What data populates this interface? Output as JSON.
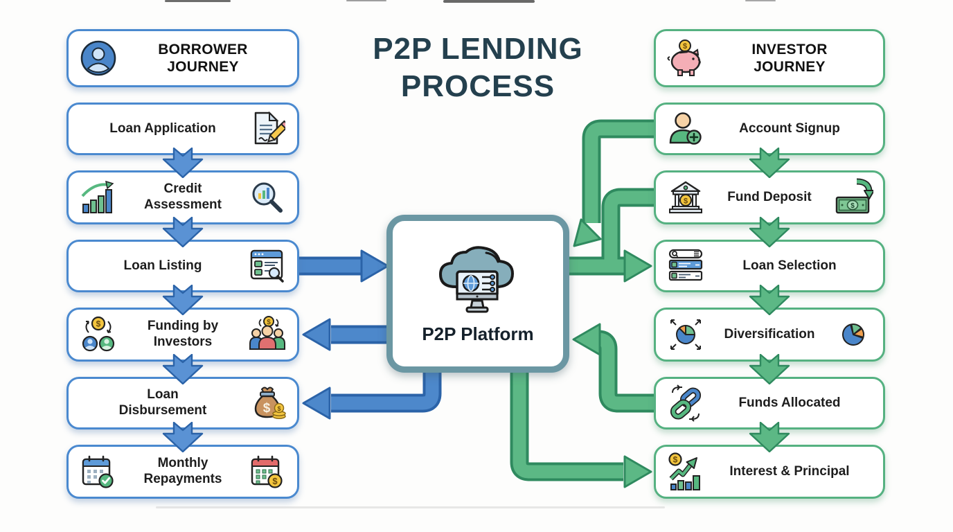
{
  "title": {
    "text": "P2P LENDING\nPROCESS"
  },
  "platform": {
    "label": "P2P Platform",
    "icon": "cloud-computer-icon"
  },
  "borrower": {
    "header": {
      "label": "BORROWER\nJOURNEY",
      "icon": "borrower-avatar-icon"
    },
    "steps": [
      {
        "label": "Loan Application",
        "icon_right": "document-pencil-icon"
      },
      {
        "label": "Credit\nAssessment",
        "icon_left": "growth-bars-icon",
        "icon_right": "magnifier-chart-icon"
      },
      {
        "label": "Loan Listing",
        "icon_right": "listing-browser-icon"
      },
      {
        "label": "Funding by\nInvestors",
        "icon_left": "money-exchange-people-icon",
        "icon_right": "investor-group-icon"
      },
      {
        "label": "Loan\nDisbursement",
        "icon_right": "money-bag-icon"
      },
      {
        "label": "Monthly\nRepayments",
        "icon_left": "calendar-check-icon",
        "icon_right": "calendar-dollar-icon"
      }
    ]
  },
  "investor": {
    "header": {
      "label": "INVESTOR\nJOURNEY",
      "icon": "piggy-bank-icon"
    },
    "steps": [
      {
        "label": "Account Signup",
        "icon_left": "user-plus-icon"
      },
      {
        "label": "Fund Deposit",
        "icon_left": "bank-icon",
        "icon_right": "cash-arrow-icon"
      },
      {
        "label": "Loan Selection",
        "icon_left": "search-list-icon"
      },
      {
        "label": "Diversification",
        "icon_left": "pie-arrows-icon",
        "icon_right": "pie-chart-icon"
      },
      {
        "label": "Funds Allocated",
        "icon_left": "chain-links-icon"
      },
      {
        "label": "Interest & Principal",
        "icon_left": "coin-growth-icon"
      }
    ]
  },
  "colors": {
    "blue_border": "#4a89cf",
    "blue_arrow": "#4d88cb",
    "blue_arrow_outline": "#2b63a8",
    "green_border": "#55b181",
    "green_arrow": "#5cb885",
    "green_arrow_outline": "#2f8a5f",
    "platform_border": "#6b97a3",
    "title_text": "#24404e"
  }
}
